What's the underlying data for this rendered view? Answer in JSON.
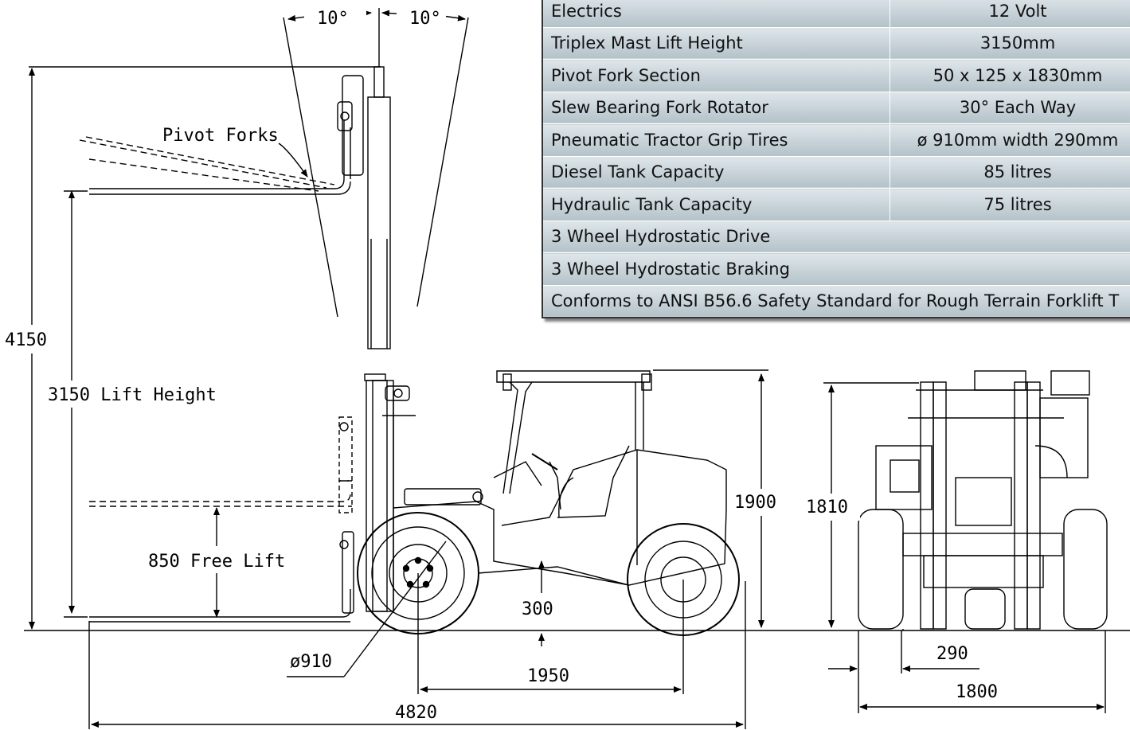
{
  "spec_table": {
    "rows": [
      {
        "label": "Electrics",
        "value": "12 Volt"
      },
      {
        "label": "Triplex Mast Lift Height",
        "value": "3150mm"
      },
      {
        "label": "Pivot Fork Section",
        "value": "50 x 125 x 1830mm"
      },
      {
        "label": "Slew Bearing Fork Rotator",
        "value": "30° Each Way"
      },
      {
        "label": "Pneumatic Tractor Grip Tires",
        "value": "ø 910mm  width 290mm"
      },
      {
        "label": "Diesel Tank Capacity",
        "value": "85 litres"
      },
      {
        "label": "Hydraulic Tank Capacity",
        "value": "75 litres"
      },
      {
        "label": "3 Wheel Hydrostatic Drive",
        "value": ""
      },
      {
        "label": "3 Wheel Hydrostatic Braking",
        "value": ""
      },
      {
        "label": "Conforms to ANSI B56.6 Safety Standard for Rough Terrain Forklift T",
        "value": ""
      }
    ]
  },
  "dimensions": {
    "angle_left": "10°",
    "angle_right": "10°",
    "pivot_forks": "Pivot Forks",
    "total_height": "4150",
    "lift_height": "3150 Lift Height",
    "free_lift": "850 Free Lift",
    "overall_height": "1900",
    "front_height": "1810",
    "ground_clearance": "300",
    "wheel_diameter": "ø910",
    "wheelbase": "1950",
    "overall_length": "4820",
    "tire_width": "290",
    "overall_width": "1800"
  }
}
